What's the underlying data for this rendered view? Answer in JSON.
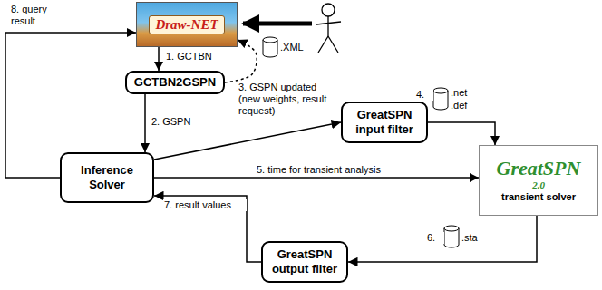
{
  "diagram": {
    "nodes": [
      {
        "text": [
          "Draw-NET"
        ]
      },
      {
        "text": [
          "GCTBN2GSPN"
        ]
      },
      {
        "text": [
          "Inference Solver"
        ]
      },
      {
        "text": [
          "GreatSPN input filter"
        ]
      },
      {
        "text": [
          "GreatSPN",
          "2.0",
          "transient solver"
        ]
      },
      {
        "text": [
          "GreatSPN output filter"
        ]
      }
    ],
    "edges": [
      {
        "from": 0,
        "to": 1,
        "label": "1. GCTBN",
        "arrow": "to"
      },
      {
        "from": 1,
        "to": 2,
        "label": "2. GSPN",
        "arrow": "to"
      },
      {
        "from": 1,
        "to": 0,
        "arrow": "to"
      },
      {
        "from": 2,
        "to": 3,
        "label": "3. GSPN updated (new weights, result request)",
        "arrow": "to"
      },
      {
        "from": 3,
        "to": 4,
        "label": "4.",
        "arrow": "to"
      },
      {
        "from": 2,
        "to": 4,
        "label": "5. time for transient analysis",
        "arrow": "to"
      },
      {
        "from": 4,
        "to": 5,
        "label": "6.",
        "arrow": "to"
      },
      {
        "from": 5,
        "to": 2,
        "label": "7. result values",
        "arrow": "to"
      },
      {
        "from": 2,
        "to": 0,
        "label": "8. query result",
        "arrow": "to"
      }
    ],
    "labels": [
      ".XML",
      ".net",
      ".def",
      ".sta"
    ]
  }
}
